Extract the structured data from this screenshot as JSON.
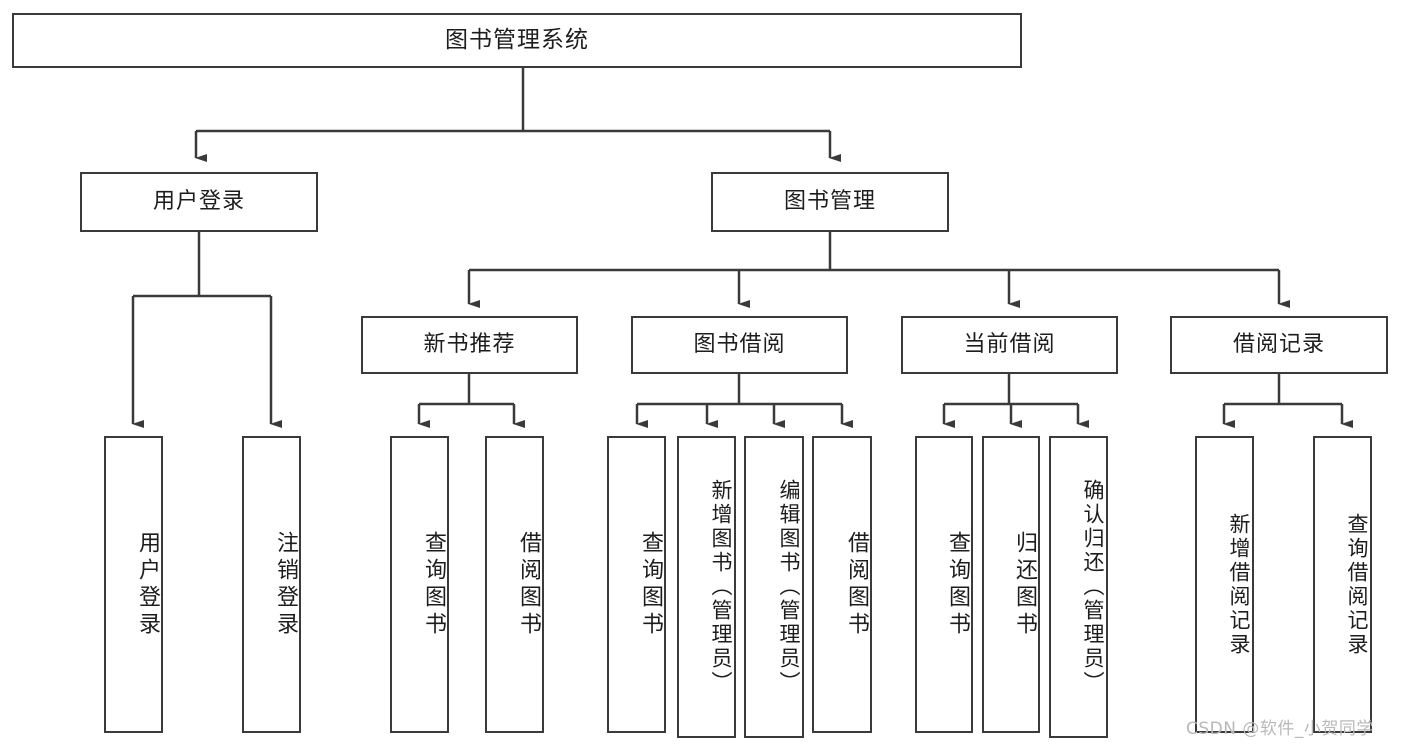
{
  "diagram": {
    "type": "tree",
    "title": "图书管理系统",
    "watermark": "CSDN @软件_小贺同学",
    "colors": {
      "stroke": "#3a3a3a",
      "fill": "#ffffff",
      "text": "#1d1d1d",
      "watermark": "#b9b9b9"
    },
    "root": {
      "label": "图书管理系统"
    },
    "level2": [
      {
        "label": "用户登录"
      },
      {
        "label": "图书管理"
      }
    ],
    "level3": [
      {
        "label": "新书推荐"
      },
      {
        "label": "图书借阅"
      },
      {
        "label": "当前借阅"
      },
      {
        "label": "借阅记录"
      }
    ],
    "leaves": {
      "user_login": [
        {
          "label": "用户登录"
        },
        {
          "label": "注销登录"
        }
      ],
      "new_book_recommend": [
        {
          "label": "查询图书"
        },
        {
          "label": "借阅图书"
        }
      ],
      "book_borrow": [
        {
          "label": "查询图书"
        },
        {
          "label": "新增图书（管理员）"
        },
        {
          "label": "编辑图书（管理员）"
        },
        {
          "label": "借阅图书"
        }
      ],
      "current_borrow": [
        {
          "label": "查询图书"
        },
        {
          "label": "归还图书"
        },
        {
          "label": "确认归还（管理员）"
        }
      ],
      "borrow_record": [
        {
          "label": "新增借阅记录"
        },
        {
          "label": "查询借阅记录"
        }
      ]
    }
  }
}
